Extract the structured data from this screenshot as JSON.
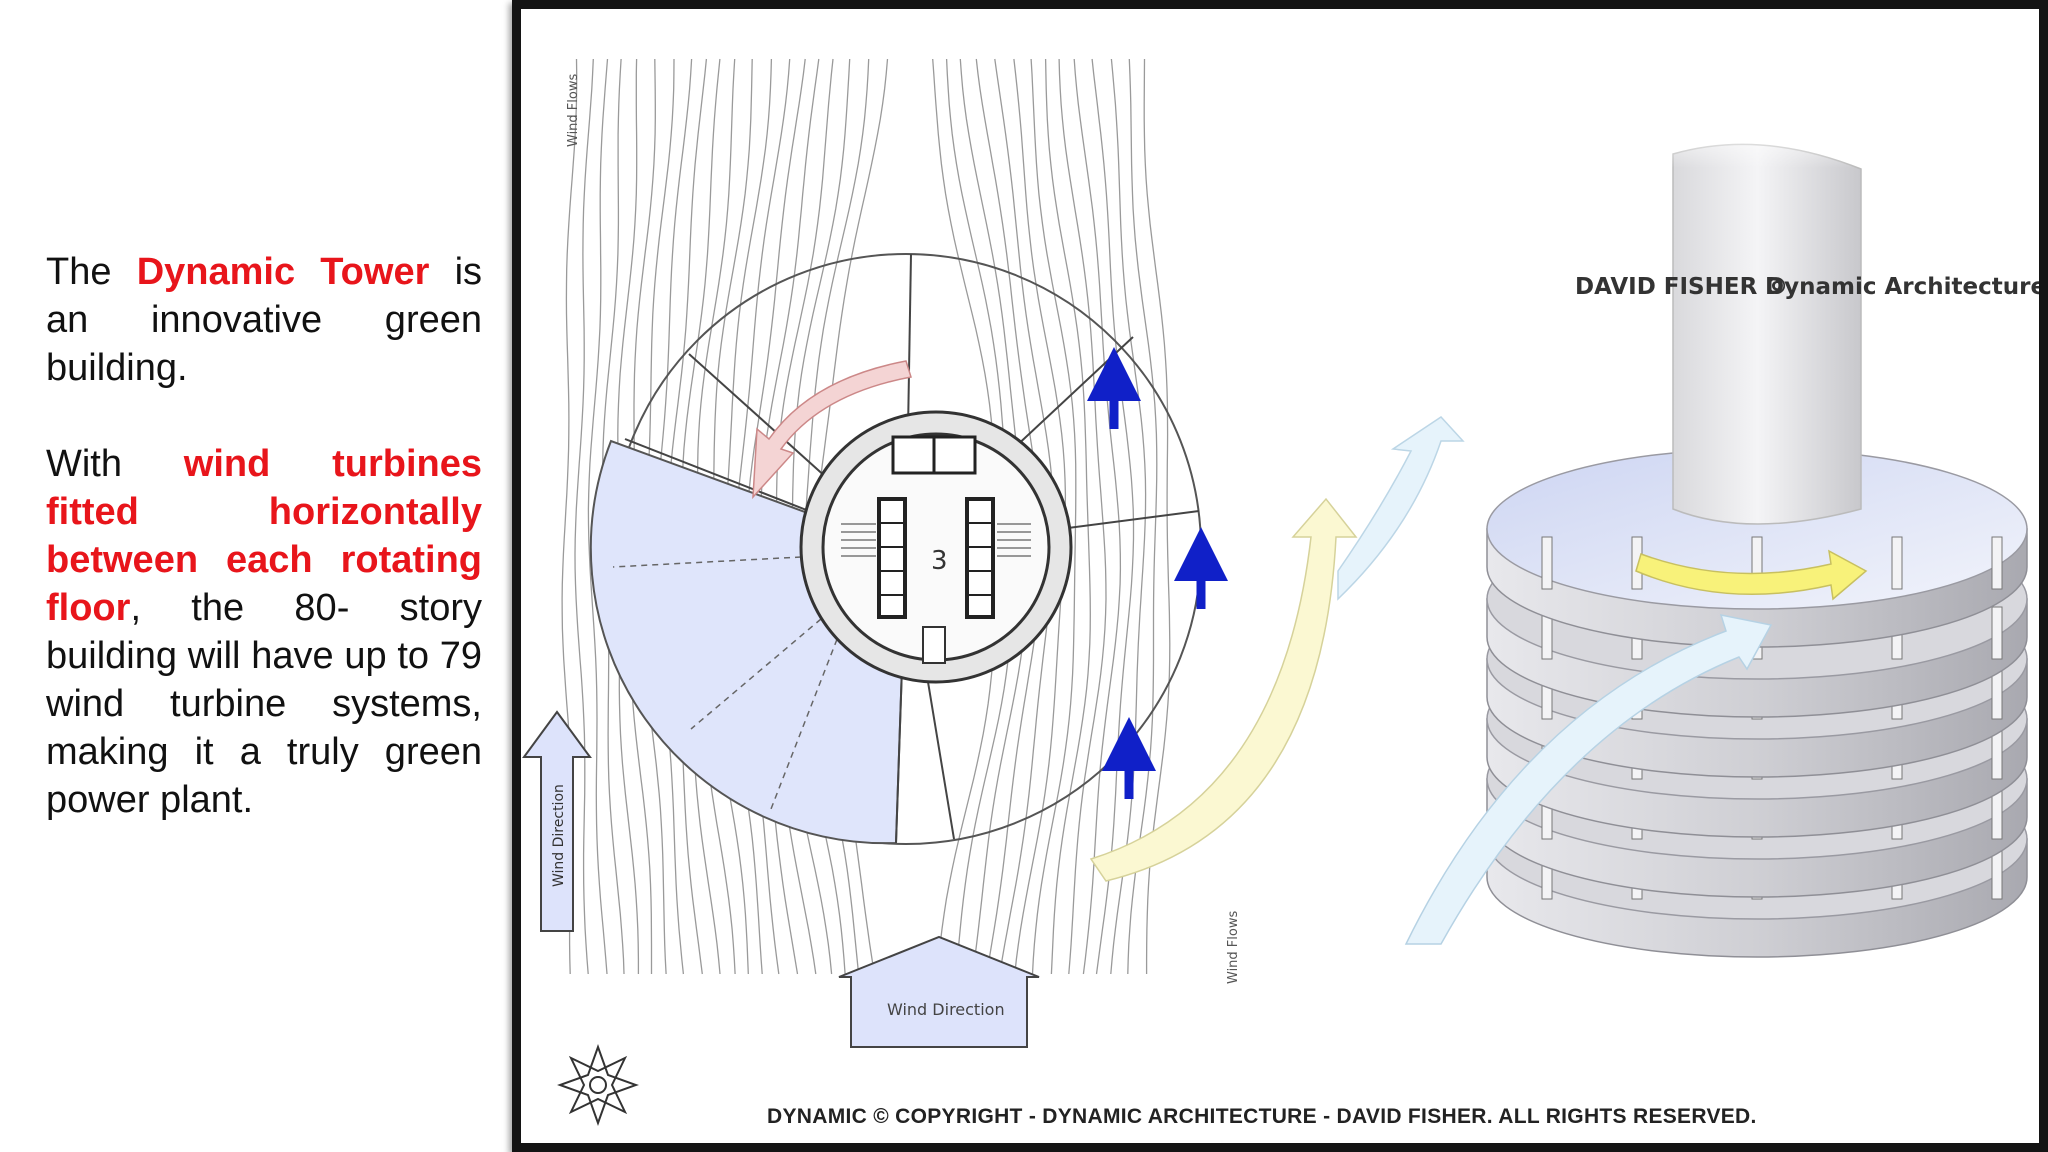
{
  "text_panel": {
    "p1": {
      "before": "The ",
      "highlight": "Dynamic Tower",
      "after": " is an innovative green building."
    },
    "p2": {
      "before": "With ",
      "highlight": "wind turbines fitted horizontally between each rotating floor",
      "after": ", the 80- story building will have up to 79 wind turbine systems, making it a truly green power plant."
    }
  },
  "figure": {
    "wind_flows_label_top": "Wind Flows",
    "wind_flows_label_bottom": "Wind Flows",
    "wind_direction_label_left": "Wind Direction",
    "wind_direction_label_bottom": "Wind Direction",
    "core_number": "3",
    "credit_author": "DAVID FISHER ©",
    "credit_firm": "Dynamic Architecture",
    "copyright": "DYNAMIC © COPYRIGHT - DYNAMIC ARCHITECTURE - DAVID FISHER. ALL RIGHTS RESERVED.",
    "colors": {
      "highlight_red": "#e8151b",
      "blue_arrow": "#1020c8",
      "wedge_fill": "#dfe5fb",
      "pink_arrow": "#f0c8c8",
      "yellow_arrow": "#fbf8d2",
      "ice_arrow": "#e6f3fb"
    }
  }
}
